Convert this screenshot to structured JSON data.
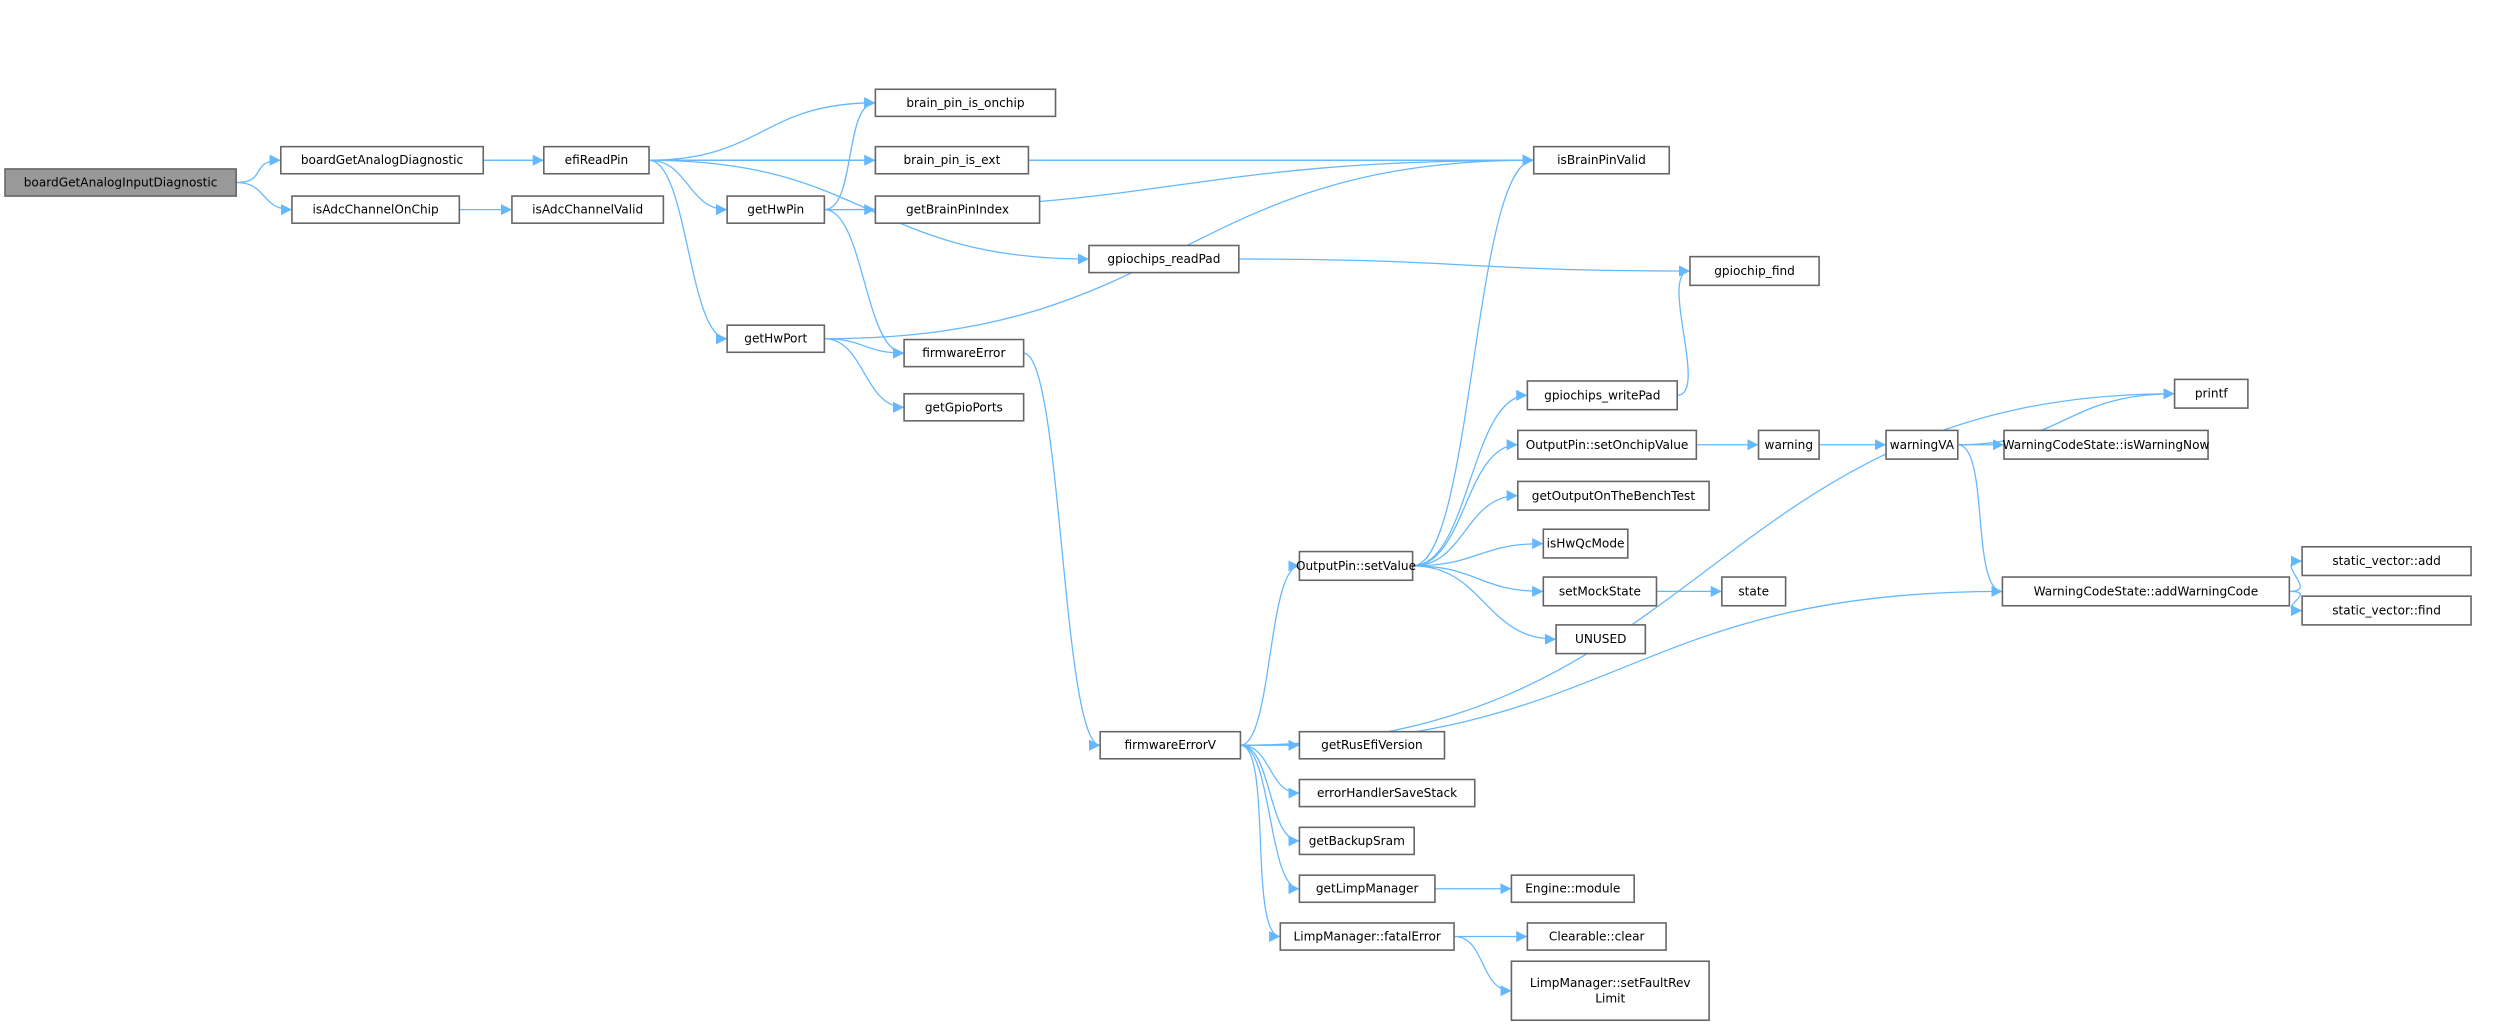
{
  "graph": {
    "type": "call-graph",
    "edge_color": "#63b8ff",
    "root_fill": "#999999",
    "nodes": [
      {
        "id": "bgaid",
        "label": "boardGetAnalogInputDiagnostic",
        "root": true
      },
      {
        "id": "bgad",
        "label": "boardGetAnalogDiagnostic"
      },
      {
        "id": "iacoc",
        "label": "isAdcChannelOnChip"
      },
      {
        "id": "iacv",
        "label": "isAdcChannelValid"
      },
      {
        "id": "erp",
        "label": "efiReadPin"
      },
      {
        "id": "bpio",
        "label": "brain_pin_is_onchip"
      },
      {
        "id": "bpie",
        "label": "brain_pin_is_ext"
      },
      {
        "id": "ghp",
        "label": "getHwPin"
      },
      {
        "id": "gbpi",
        "label": "getBrainPinIndex"
      },
      {
        "id": "ibpv",
        "label": "isBrainPinValid"
      },
      {
        "id": "grp",
        "label": "gpiochips_readPad"
      },
      {
        "id": "gf",
        "label": "gpiochip_find"
      },
      {
        "id": "ghport",
        "label": "getHwPort"
      },
      {
        "id": "fe",
        "label": "firmwareError"
      },
      {
        "id": "ggp",
        "label": "getGpioPorts"
      },
      {
        "id": "gwp",
        "label": "gpiochips_writePad"
      },
      {
        "id": "printf",
        "label": "printf"
      },
      {
        "id": "osov",
        "label": "OutputPin::setOnchipValue"
      },
      {
        "id": "warning",
        "label": "warning"
      },
      {
        "id": "wva",
        "label": "warningVA"
      },
      {
        "id": "iwn",
        "label": "WarningCodeState::isWarningNow"
      },
      {
        "id": "osv",
        "label": "OutputPin::setValue"
      },
      {
        "id": "gobt",
        "label": "getOutputOnTheBenchTest"
      },
      {
        "id": "ihqm",
        "label": "isHwQcMode"
      },
      {
        "id": "sms",
        "label": "setMockState"
      },
      {
        "id": "state",
        "label": "state"
      },
      {
        "id": "unused",
        "label": "UNUSED"
      },
      {
        "id": "awc",
        "label": "WarningCodeState::addWarningCode"
      },
      {
        "id": "sva",
        "label": "static_vector::add"
      },
      {
        "id": "svf",
        "label": "static_vector::find"
      },
      {
        "id": "fev",
        "label": "firmwareErrorV"
      },
      {
        "id": "grev",
        "label": "getRusEfiVersion"
      },
      {
        "id": "ehss",
        "label": "errorHandlerSaveStack"
      },
      {
        "id": "gbs",
        "label": "getBackupSram"
      },
      {
        "id": "glm",
        "label": "getLimpManager"
      },
      {
        "id": "em",
        "label": "Engine::module"
      },
      {
        "id": "lmfe",
        "label": "LimpManager::fatalError"
      },
      {
        "id": "cc",
        "label": "Clearable::clear"
      },
      {
        "id": "lmsfrl",
        "label": "LimpManager::setFaultRev\nLimit"
      }
    ],
    "edges": [
      [
        "bgaid",
        "bgad"
      ],
      [
        "bgaid",
        "iacoc"
      ],
      [
        "bgad",
        "erp"
      ],
      [
        "bgad",
        "ibpv"
      ],
      [
        "iacoc",
        "iacv"
      ],
      [
        "erp",
        "bpio"
      ],
      [
        "erp",
        "bpie"
      ],
      [
        "erp",
        "ghp"
      ],
      [
        "erp",
        "ibpv"
      ],
      [
        "erp",
        "grp"
      ],
      [
        "erp",
        "ghport"
      ],
      [
        "ghp",
        "bpio"
      ],
      [
        "ghp",
        "gbpi"
      ],
      [
        "ghp",
        "ibpv"
      ],
      [
        "ghp",
        "fe"
      ],
      [
        "ghport",
        "ibpv"
      ],
      [
        "ghport",
        "fe"
      ],
      [
        "ghport",
        "ggp"
      ],
      [
        "grp",
        "gf"
      ],
      [
        "gwp",
        "gf"
      ],
      [
        "fe",
        "fev"
      ],
      [
        "fev",
        "printf"
      ],
      [
        "fev",
        "osv"
      ],
      [
        "fev",
        "awc"
      ],
      [
        "fev",
        "grev"
      ],
      [
        "fev",
        "ehss"
      ],
      [
        "fev",
        "gbs"
      ],
      [
        "fev",
        "glm"
      ],
      [
        "fev",
        "lmfe"
      ],
      [
        "osv",
        "ibpv"
      ],
      [
        "osv",
        "gwp"
      ],
      [
        "osv",
        "osov"
      ],
      [
        "osv",
        "gobt"
      ],
      [
        "osv",
        "ihqm"
      ],
      [
        "osv",
        "sms"
      ],
      [
        "osv",
        "unused"
      ],
      [
        "osov",
        "warning"
      ],
      [
        "warning",
        "wva"
      ],
      [
        "wva",
        "printf"
      ],
      [
        "wva",
        "iwn"
      ],
      [
        "wva",
        "awc"
      ],
      [
        "sms",
        "state"
      ],
      [
        "awc",
        "sva"
      ],
      [
        "awc",
        "svf"
      ],
      [
        "glm",
        "em"
      ],
      [
        "lmfe",
        "cc"
      ],
      [
        "lmfe",
        "lmsfrl"
      ]
    ]
  }
}
